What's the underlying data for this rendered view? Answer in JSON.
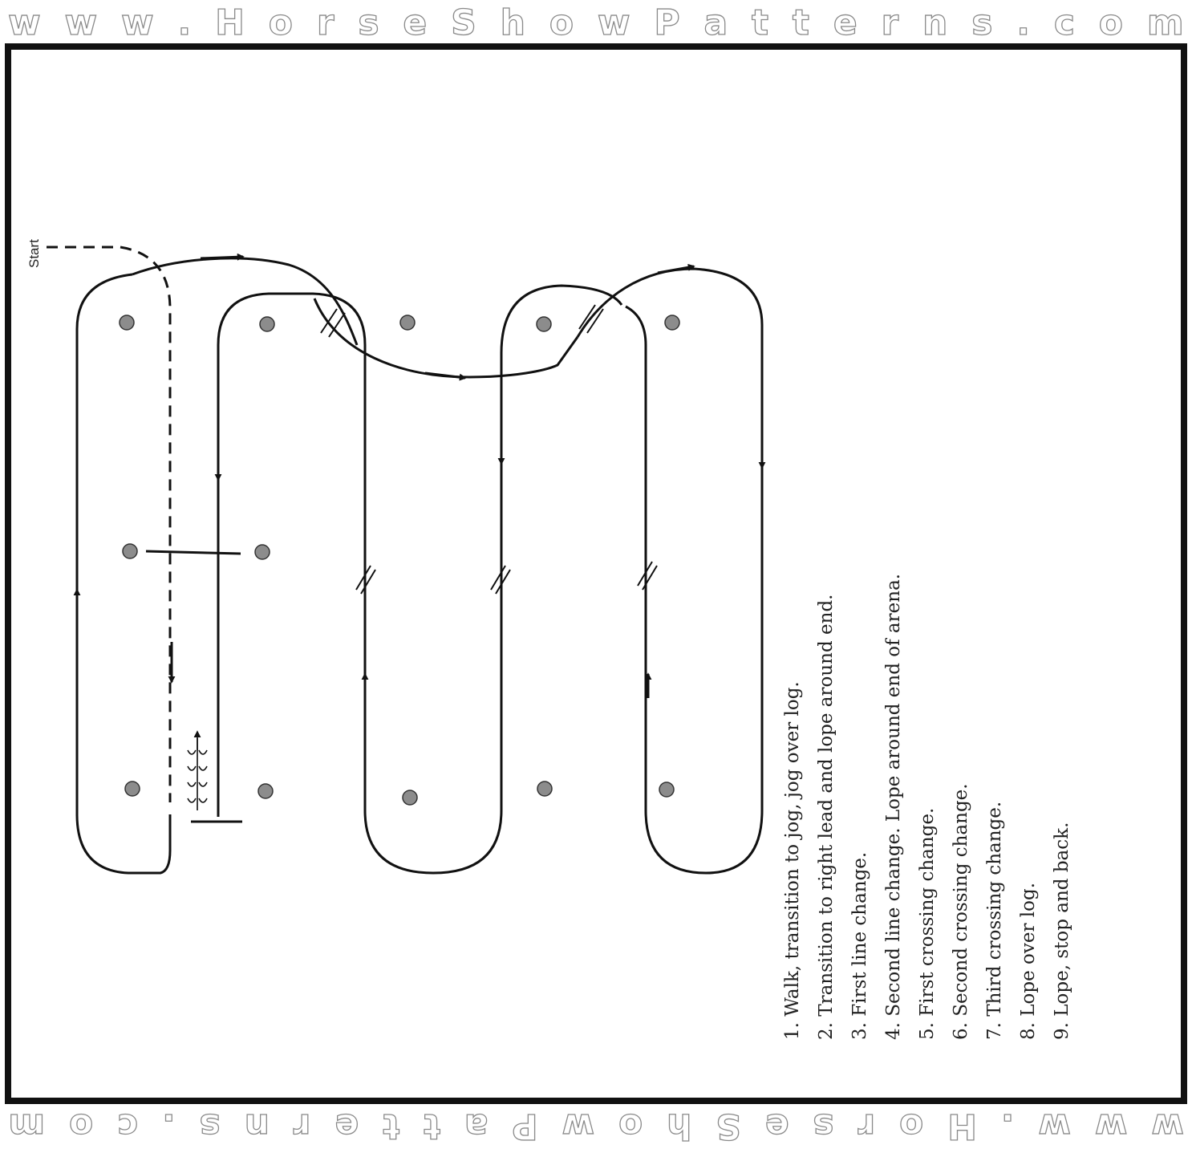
{
  "header": {
    "site_url": "www.HorseShowPatterns.com"
  },
  "footer": {
    "site_url": "www.HorseShowPatterns.com"
  },
  "diagram": {
    "start_label": "Start",
    "colors": {
      "line": "#111111",
      "cone": "#8c8c8c",
      "border": "#111111"
    }
  },
  "instructions": [
    "1.  Walk, transition to jog, jog over log.",
    "2.  Transition to right lead and lope around end.",
    "3.  First line change.",
    "4.  Second line change.  Lope around end of  arena.",
    "5.  First crossing change.",
    "6.  Second crossing change.",
    "7.  Third crossing change.",
    "8.  Lope over log.",
    "9.  Lope, stop and back."
  ]
}
